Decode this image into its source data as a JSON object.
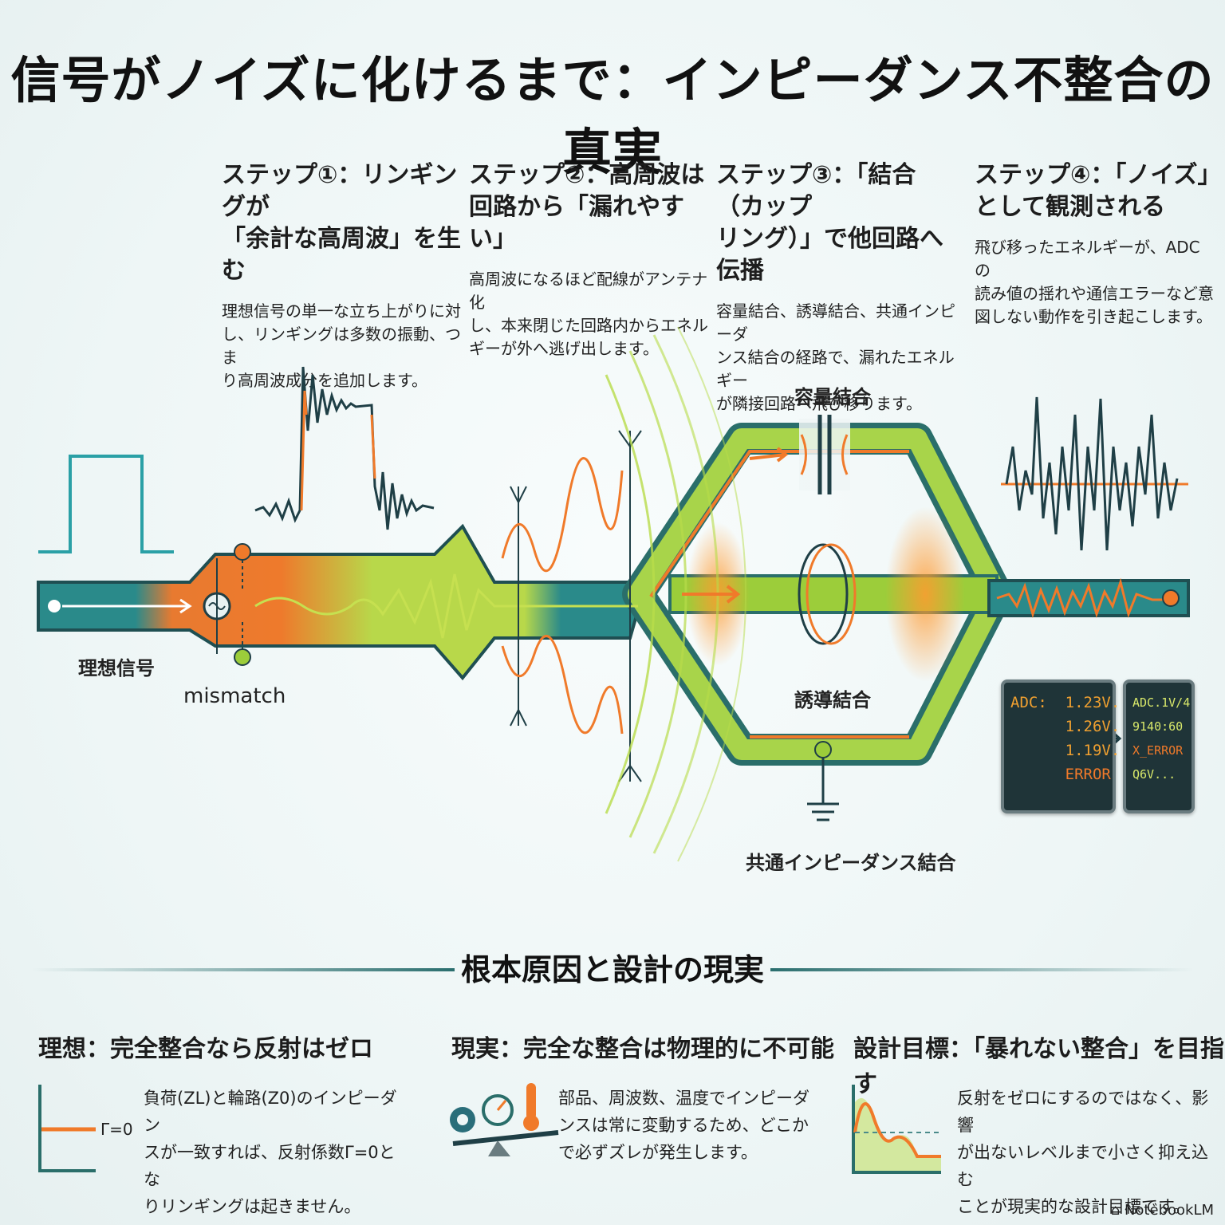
{
  "title": "信号がノイズに化けるまで：インピーダンス不整合の真実",
  "steps": [
    {
      "title_line1": "ステップ①：リンギングが",
      "title_line2": "「余計な高周波」を生む",
      "body_line1": "理想信号の単一な立ち上がりに対",
      "body_line2": "し、リンギングは多数の振動、つま",
      "body_line3": "り高周波成分を追加します。"
    },
    {
      "title_line1": "ステップ②：高周波は",
      "title_line2": "回路から「漏れやすい」",
      "body_line1": "高周波になるほど配線がアンテナ化",
      "body_line2": "し、本来閉じた回路内からエネル",
      "body_line3": "ギーが外へ逃げ出します。"
    },
    {
      "title_line1": "ステップ③：「結合（カップ",
      "title_line2": "リング）」で他回路へ伝播",
      "body_line1": "容量結合、誘導結合、共通インピーダ",
      "body_line2": "ンス結合の経路で、漏れたエネルギー",
      "body_line3": "が隣接回路へ飛び移ります。"
    },
    {
      "title_line1": "ステップ④：「ノイズ」",
      "title_line2": "として観測される",
      "body_line1": "飛び移ったエネルギーが、ADCの",
      "body_line2": "読み値の揺れや通信エラーなど意",
      "body_line3": "図しない動作を引き起こします。"
    }
  ],
  "labels": {
    "ideal_signal": "理想信号",
    "mismatch": "mismatch",
    "capacitive": "容量結合",
    "inductive": "誘導結合",
    "common_impedance": "共通インピーダンス結合"
  },
  "adc_screen_1": [
    "ADC:  1.23V...",
    "      1.26V...",
    "      1.19V...",
    "      ERROR"
  ],
  "adc_screen_2": [
    "ADC.1V/4",
    "9140:60",
    "X_ERROR",
    "Q6V..."
  ],
  "section_title": "根本原因と設計の現実",
  "columns": [
    {
      "title": "理想：完全整合なら反射はゼロ",
      "body_line1": "負荷(ZL)と輪路(Z0)のインピーダン",
      "body_line2": "スが一致すれば、反射係数Γ=0とな",
      "body_line3": "りリンギングは起きません。",
      "graph_label": "Γ=0"
    },
    {
      "title": "現実：完全な整合は物理的に不可能",
      "body_line1": "部品、周波数、温度でインピーダ",
      "body_line2": "ンスは常に変動するため、どこか",
      "body_line3": "で必ずズレが発生します。"
    },
    {
      "title": "設計目標：「暴れない整合」を目指す",
      "body_line1": "反射をゼロにするのではなく、影響",
      "body_line2": "が出ないレベルまで小さく抑え込む",
      "body_line3": "ことが現実的な設計目標です。"
    }
  ],
  "credit": "NotebookLM",
  "colors": {
    "teal": "#2a8a8a",
    "orange": "#f07a2a",
    "green": "#9ccd3a",
    "dark": "#1f3438"
  }
}
